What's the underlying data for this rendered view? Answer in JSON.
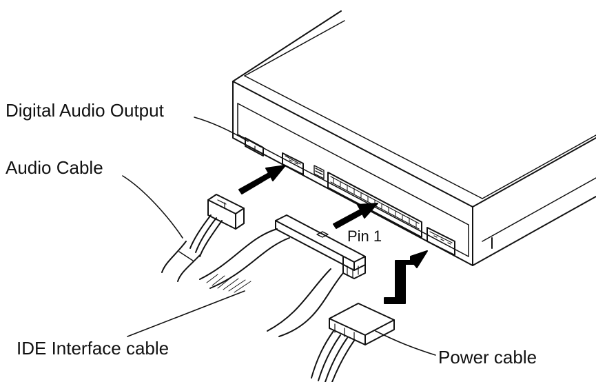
{
  "labels": {
    "digital_audio_output": "Digital Audio Output",
    "audio_cable": "Audio Cable",
    "pin_1": "Pin 1",
    "ide_interface_cable": "IDE Interface cable",
    "power_cable": "Power cable"
  },
  "colors": {
    "line": "#111111",
    "arrow": "#000000",
    "background": "#ffffff"
  }
}
